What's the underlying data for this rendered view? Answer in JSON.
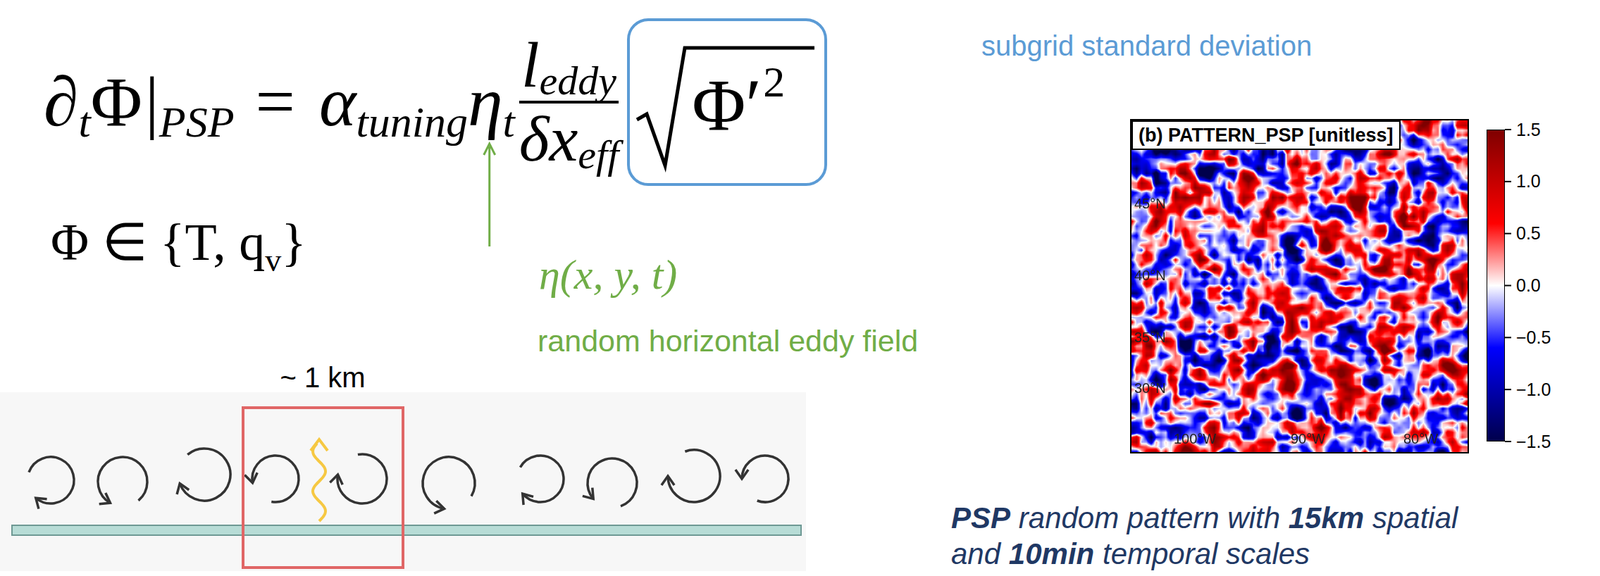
{
  "diagram": {
    "nodes": [
      {
        "text": [
          "Φ′",
          "2"
        ]
      },
      {
        "text": [
          "(b) PATTERN_PSP [unitless]"
        ]
      }
    ],
    "edges": [],
    "labels": [
      "∂",
      "t",
      "Φ",
      "|",
      "PSP",
      "=",
      "α",
      "tuning",
      "η",
      "t",
      "l",
      "eddy",
      "δx",
      "eff",
      "subgrid standard deviation",
      "Φ ∈ {T, q",
      "v",
      "}",
      "η(x, y, t)",
      "random horizontal eddy field",
      "~ 1 km",
      "1.5",
      "1.0",
      "0.5",
      "0.0",
      "−0.5",
      "−1.0",
      "−1.5",
      "45°N",
      "40°N",
      "35°N",
      "30°N",
      "100°W",
      "90°W",
      "80°W",
      "PSP",
      "random pattern with",
      "15km",
      "spatial",
      "and",
      "10min",
      "temporal scales"
    ]
  }
}
